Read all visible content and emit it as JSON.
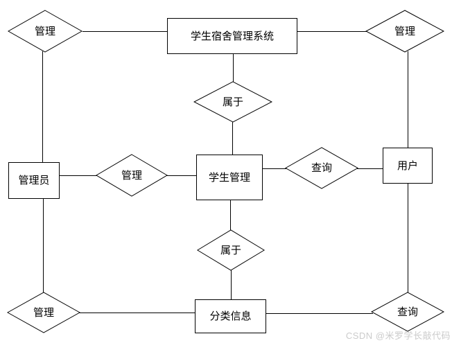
{
  "diagram": {
    "kind": "entity-relationship-diagram",
    "background": "#ffffff"
  },
  "colors": {
    "line": "#000000",
    "node_border": "#000000",
    "node_fill": "#ffffff",
    "text": "#000000",
    "watermark": "#cbcbcb"
  },
  "nodes": {
    "system": {
      "label": "学生宿舍管理系统",
      "shape": "rectangle"
    },
    "manage_top_left": {
      "label": "管理",
      "shape": "diamond"
    },
    "manage_top_right": {
      "label": "管理",
      "shape": "diamond"
    },
    "belongs_upper": {
      "label": "属于",
      "shape": "diamond"
    },
    "admin": {
      "label": "管理员",
      "shape": "rectangle"
    },
    "manage_mid": {
      "label": "管理",
      "shape": "diamond"
    },
    "student_mgmt": {
      "label": "学生管理",
      "shape": "rectangle"
    },
    "query_mid": {
      "label": "查询",
      "shape": "diamond"
    },
    "user": {
      "label": "用户",
      "shape": "rectangle"
    },
    "belongs_lower": {
      "label": "属于",
      "shape": "diamond"
    },
    "category_info": {
      "label": "分类信息",
      "shape": "rectangle"
    },
    "manage_bottom_left": {
      "label": "管理",
      "shape": "diamond"
    },
    "query_bottom_right": {
      "label": "查询",
      "shape": "diamond"
    }
  },
  "edges": [
    {
      "from": "manage_top_left",
      "to": "system"
    },
    {
      "from": "system",
      "to": "manage_top_right"
    },
    {
      "from": "manage_top_left",
      "to": "admin"
    },
    {
      "from": "system",
      "to": "belongs_upper"
    },
    {
      "from": "belongs_upper",
      "to": "student_mgmt"
    },
    {
      "from": "manage_top_right",
      "to": "user"
    },
    {
      "from": "admin",
      "to": "manage_mid"
    },
    {
      "from": "manage_mid",
      "to": "student_mgmt"
    },
    {
      "from": "student_mgmt",
      "to": "query_mid"
    },
    {
      "from": "query_mid",
      "to": "user"
    },
    {
      "from": "student_mgmt",
      "to": "belongs_lower"
    },
    {
      "from": "belongs_lower",
      "to": "category_info"
    },
    {
      "from": "admin",
      "to": "manage_bottom_left"
    },
    {
      "from": "manage_bottom_left",
      "to": "category_info"
    },
    {
      "from": "category_info",
      "to": "query_bottom_right"
    },
    {
      "from": "user",
      "to": "query_bottom_right"
    }
  ],
  "watermark": {
    "text": "CSDN @米罗学长敲代码"
  }
}
